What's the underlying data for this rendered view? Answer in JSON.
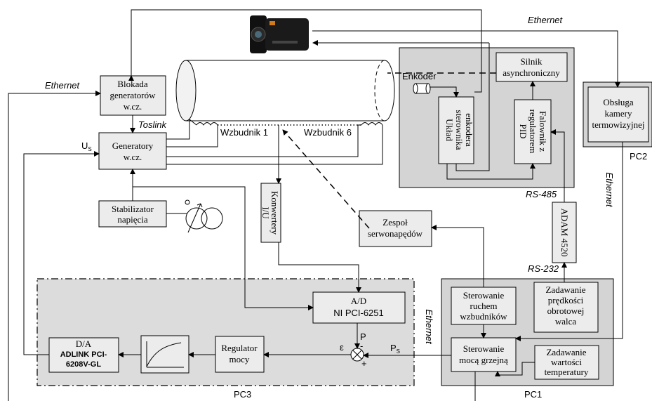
{
  "blocks": {
    "blokada": [
      "Blokada",
      "generatorów",
      "w.cz."
    ],
    "generatory": [
      "Generatory",
      "w.cz."
    ],
    "stabilizator": [
      "Stabilizator",
      "napięcia"
    ],
    "silnik": [
      "Silnik",
      "asynchroniczny"
    ],
    "uklad": [
      "Układ",
      "sterownika",
      "enkodera"
    ],
    "falownik": [
      "Falownik z",
      "regulatorem",
      "PID"
    ],
    "obsluga": [
      "Obsługa",
      "kamery",
      "termowizyjnej"
    ],
    "konwertery": [
      "Konwertery",
      "I/U"
    ],
    "zespol": [
      "Zespoł",
      "serwonapędów"
    ],
    "adam": "ADAM 4520",
    "ad": [
      "A/D",
      "NI PCI-6251"
    ],
    "da": [
      "D/A",
      "ADLINK PCI-",
      "6208V-GL"
    ],
    "regulator": [
      "Regulator",
      "mocy"
    ],
    "sterowanie_ruchem": [
      "Sterowanie",
      "ruchem",
      "wzbudników"
    ],
    "zadawanie_predkosci": [
      "Zadawanie",
      "prędkości",
      "obrotowej",
      "walca"
    ],
    "sterowanie_moca": [
      "Sterowanie",
      "mocą grzejną"
    ],
    "zadawanie_temp": [
      "Zadawanie",
      "wartości",
      "temperatury"
    ]
  },
  "labels": {
    "ethernet_top": "Ethernet",
    "ethernet_left": "Ethernet",
    "ethernet_right": "Ethernet",
    "ethernet_pc3": "Ethernet",
    "toslink": "Toslink",
    "us": "U",
    "us_sub": "S",
    "wzbudnik1": "Wzbudnik 1",
    "wzbudnik6": "Wzbudnik 6",
    "enkoder": "Enkoder",
    "rs485": "RS-485",
    "rs232": "RS-232",
    "pc1": "PC1",
    "pc2": "PC2",
    "pc3": "PC3",
    "p": "P",
    "ps": "P",
    "ps_sub": "S",
    "epsilon": "ε",
    "minus": "-",
    "plus": "+"
  }
}
